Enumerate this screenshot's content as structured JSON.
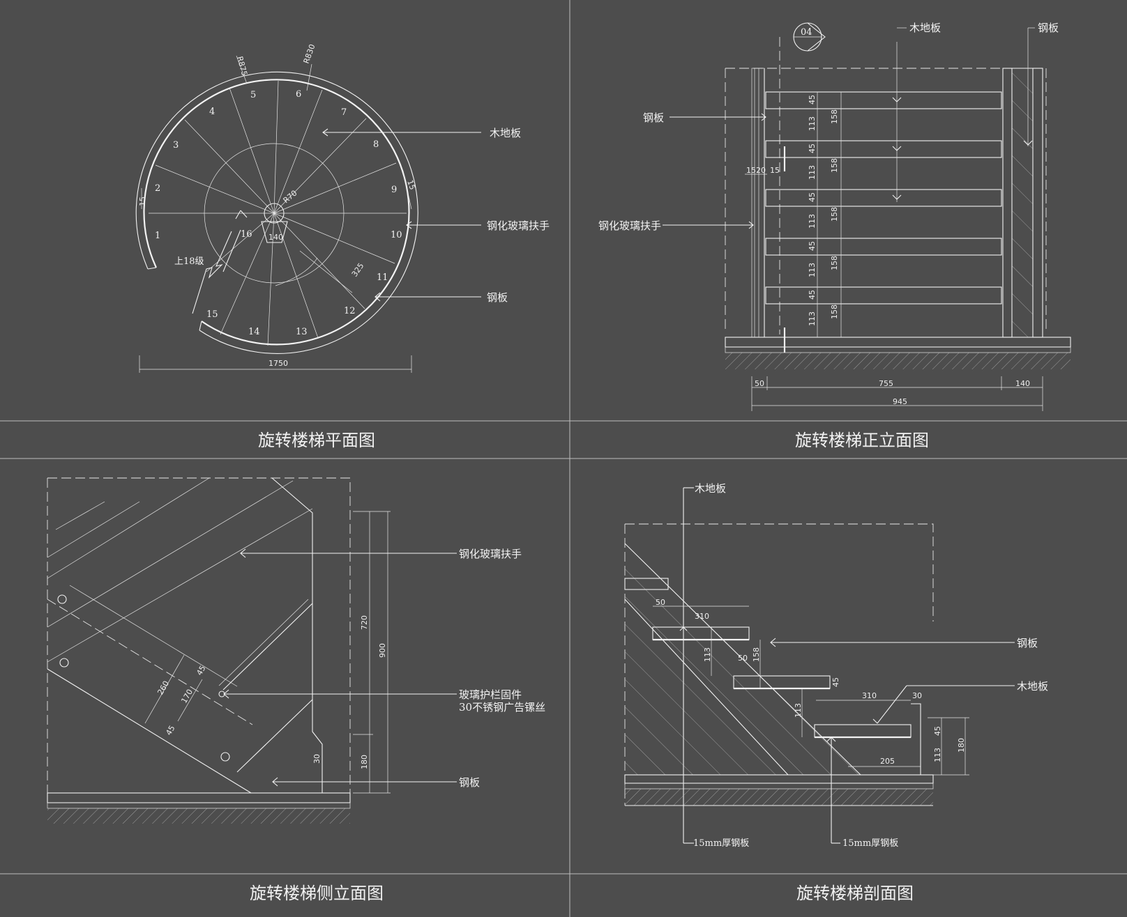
{
  "titles": {
    "plan": "旋转楼梯平面图",
    "front": "旋转楼梯正立面图",
    "side": "旋转楼梯侧立面图",
    "section": "旋转楼梯剖面图"
  },
  "labels": {
    "wood_floor": "木地板",
    "steel_plate": "钢板",
    "tempered_glass_handrail": "钢化玻璃扶手",
    "glass_fixing_line1": "玻璃护栏固件",
    "glass_fixing_line2": "30不锈钢广告镙丝",
    "steel_15mm": "15mm厚钢板",
    "up_18": "上18级",
    "section_mark": "04"
  },
  "plan": {
    "step_numbers": [
      "1",
      "2",
      "3",
      "4",
      "5",
      "6",
      "7",
      "8",
      "9",
      "10",
      "11",
      "12",
      "13",
      "14",
      "15",
      "16"
    ],
    "dims": {
      "r875": "R875",
      "r830": "R830",
      "r70": "R70",
      "w140": "140",
      "w325": "325",
      "d15a": "15",
      "d15b": "15",
      "total": "1750"
    }
  },
  "front": {
    "dims": {
      "d45": "45",
      "d113": "113",
      "d158": "158",
      "d15": "15",
      "d20": "20",
      "w50": "50",
      "w755": "755",
      "w140": "140",
      "w945": "945"
    }
  },
  "side": {
    "dims": {
      "d720": "720",
      "d900": "900",
      "d180": "180",
      "d260": "260",
      "d170": "170",
      "d45": "45",
      "d30": "30"
    }
  },
  "section": {
    "dims": {
      "d50": "50",
      "d310": "310",
      "d113": "113",
      "d158": "158",
      "d45": "45",
      "d30": "30",
      "d180": "180",
      "d205": "205"
    }
  }
}
